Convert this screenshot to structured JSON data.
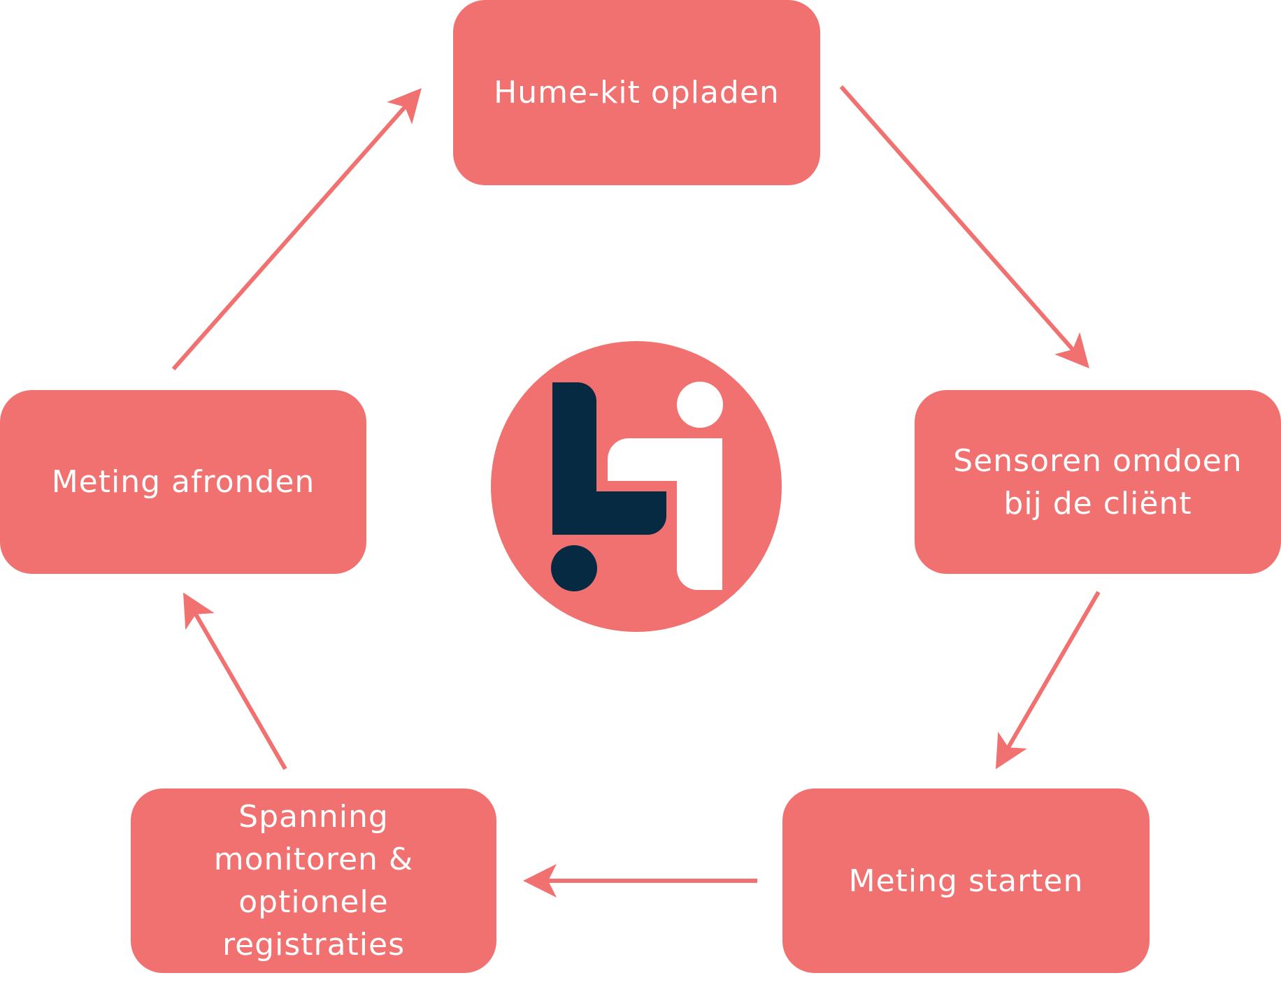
{
  "steps": [
    {
      "label": "Hume-kit opladen"
    },
    {
      "label": "Sensoren omdoen bij de cliënt"
    },
    {
      "label": "Meting starten"
    },
    {
      "label": "Spanning monitoren & optionele registraties"
    },
    {
      "label": "Meting afronden"
    }
  ],
  "colors": {
    "accent": "#f07170",
    "navy": "#052a42",
    "white": "#ffffff"
  },
  "logo": {
    "icon": "li-logo"
  }
}
